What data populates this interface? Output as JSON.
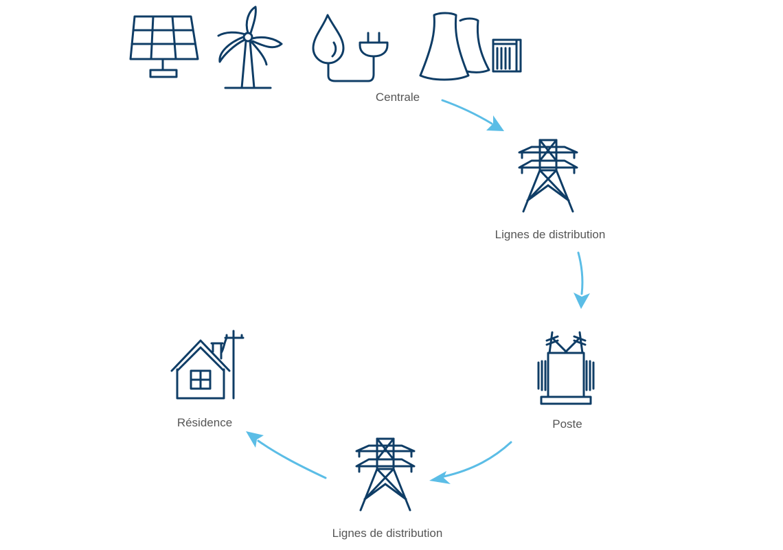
{
  "colors": {
    "icon": "#0f3d66",
    "arrow": "#5bbde6",
    "label": "#555555"
  },
  "nodes": {
    "power_plant": {
      "label": "Centrale",
      "icons": [
        "solar-panel-icon",
        "wind-turbine-icon",
        "hydro-plug-icon",
        "cooling-towers-icon"
      ]
    },
    "transmission_top": {
      "label": "Lignes de distribution",
      "icon": "transmission-tower-icon"
    },
    "substation": {
      "label": "Poste",
      "icon": "transformer-icon"
    },
    "transmission_bottom": {
      "label": "Lignes de distribution",
      "icon": "transmission-tower-icon"
    },
    "residence": {
      "label": "Résidence",
      "icon": "house-icon"
    }
  }
}
